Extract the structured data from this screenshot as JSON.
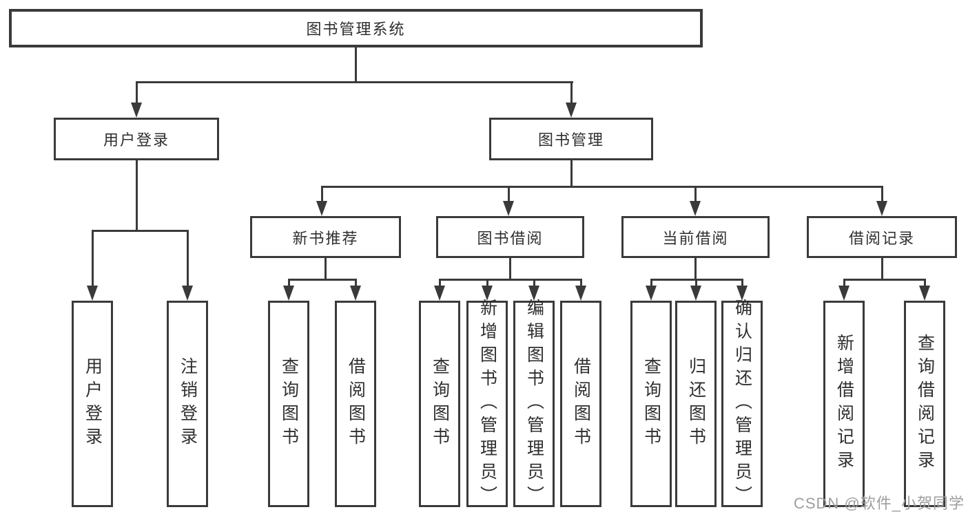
{
  "diagram_type": "tree",
  "nodes": {
    "root": "图书管理系统",
    "user_login": "用户登录",
    "book_mgmt": "图书管理",
    "new_book_rec": "新书推荐",
    "book_borrowing": "图书借阅",
    "current_borrowing": "当前借阅",
    "borrowing_records": "借阅记录",
    "leaf_user_login": "用户登录",
    "leaf_logout": "注销登录",
    "leaf_nb_query_books": "查询图书",
    "leaf_nb_borrow_books": "借阅图书",
    "leaf_bb_query_books": "查询图书",
    "leaf_bb_add_books": "新增图书（管理员）",
    "leaf_bb_edit_books": "编辑图书（管理员）",
    "leaf_bb_borrow_books": "借阅图书",
    "leaf_cb_query_books": "查询图书",
    "leaf_cb_return_books": "归还图书",
    "leaf_cb_confirm_return": "确认归还（管理员）",
    "leaf_br_add_record": "新增借阅记录",
    "leaf_br_query_record": "查询借阅记录"
  },
  "hierarchy": {
    "图书管理系统": {
      "用户登录": [
        "用户登录",
        "注销登录"
      ],
      "图书管理": {
        "新书推荐": [
          "查询图书",
          "借阅图书"
        ],
        "图书借阅": [
          "查询图书",
          "新增图书（管理员）",
          "编辑图书（管理员）",
          "借阅图书"
        ],
        "当前借阅": [
          "查询图书",
          "归还图书",
          "确认归还（管理员）"
        ],
        "借阅记录": [
          "新增借阅记录",
          "查询借阅记录"
        ]
      }
    }
  },
  "watermark": "CSDN @软件_小贺同学",
  "colors": {
    "line": "#3a3a3a",
    "text": "#2f2f2f",
    "background": "#ffffff",
    "watermark": "#9e9e9e"
  }
}
